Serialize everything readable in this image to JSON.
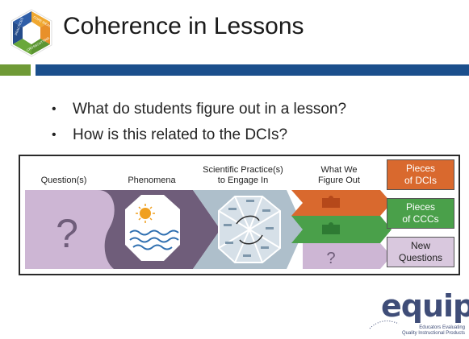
{
  "header": {
    "title": "Coherence in Lessons",
    "logo_labels": [
      "PRACTICES",
      "CORE IDEAS",
      "CROSSCUTTING"
    ]
  },
  "bullets": [
    "What do students figure out in a lesson?",
    "How is this related to the DCIs?"
  ],
  "diagram": {
    "headers": {
      "question": "Question(s)",
      "phenomena": "Phenomena",
      "practices_line1": "Scientific Practice(s)",
      "practices_line2": "to Engage In",
      "figure_line1": "What We",
      "figure_line2": "Figure Out"
    },
    "question_mark": "?",
    "small_question_mark": "?",
    "boxes": {
      "dcis_line1": "Pieces",
      "dcis_line2": "of DCIs",
      "cccs_line1": "Pieces",
      "cccs_line2": "of CCCs",
      "new_line1": "New",
      "new_line2": "Questions"
    },
    "colors": {
      "question_purple": "#cdb6d4",
      "phenomena_purple": "#6f5d7a",
      "practice_blue": "#aebfcb",
      "dci_orange": "#d9692e",
      "ccc_green": "#4aa04a",
      "new_question_lilac": "#d9c8de"
    }
  },
  "brand": {
    "logo_text": "equip",
    "tagline_line1": "Educators Evaluating",
    "tagline_line2": "Quality Instructional Products"
  }
}
